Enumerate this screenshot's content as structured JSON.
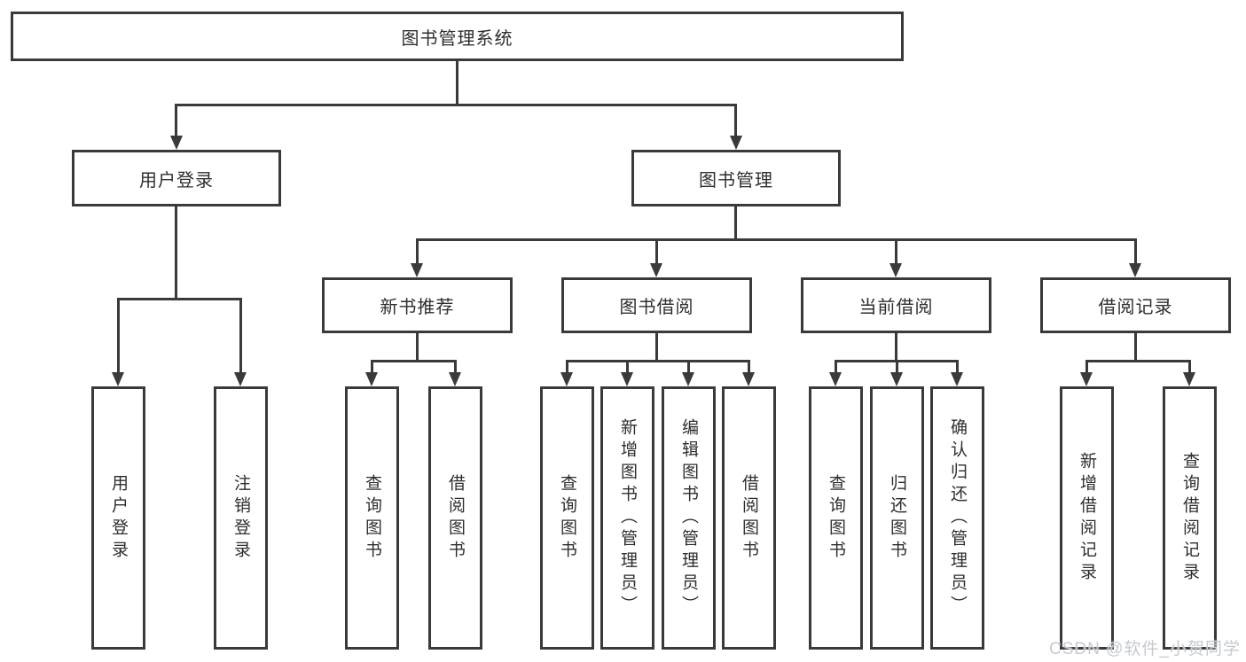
{
  "nodes": {
    "root": {
      "label": "图书管理系统"
    },
    "user_login": {
      "label": "用户登录"
    },
    "book_management": {
      "label": "图书管理"
    },
    "new_book_recommend": {
      "label": "新书推荐"
    },
    "book_borrow": {
      "label": "图书借阅"
    },
    "current_borrow": {
      "label": "当前借阅"
    },
    "borrow_record": {
      "label": "借阅记录"
    },
    "leaf_user_login": {
      "label": "用户登录"
    },
    "leaf_logout": {
      "label": "注销登录"
    },
    "leaf_nb_query_book": {
      "label": "查询图书"
    },
    "leaf_nb_borrow_book": {
      "label": "借阅图书"
    },
    "leaf_bb_query_book": {
      "label": "查询图书"
    },
    "leaf_bb_add_book": {
      "label": "新增图书（管理员）"
    },
    "leaf_bb_edit_book": {
      "label": "编辑图书（管理员）"
    },
    "leaf_bb_borrow_book": {
      "label": "借阅图书"
    },
    "leaf_cb_query_book": {
      "label": "查询图书"
    },
    "leaf_cb_return_book": {
      "label": "归还图书"
    },
    "leaf_cb_confirm_return": {
      "label": "确认归还（管理员）"
    },
    "leaf_br_add_record": {
      "label": "新增借阅记录"
    },
    "leaf_br_query_record": {
      "label": "查询借阅记录"
    }
  },
  "watermark": {
    "text": "CSDN @软件_小贺同学"
  },
  "colors": {
    "line": "#3a3a3a",
    "text": "#2e2e2e",
    "background": "#ffffff",
    "watermark": "#c6cad0"
  }
}
